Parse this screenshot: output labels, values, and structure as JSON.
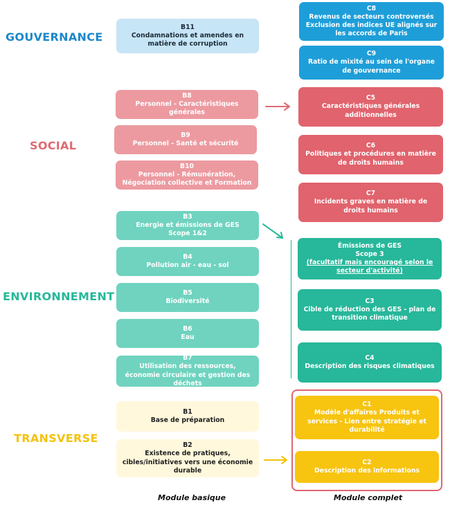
{
  "categories": {
    "gouvernance": "GOUVERNANCE",
    "social": "SOCIAL",
    "environnement": "ENVIRONNEMENT",
    "transverse": "TRANSVERSE"
  },
  "basic": {
    "b11": {
      "code": "B11",
      "desc": "Condamnations et amendes en matière de corruption"
    },
    "b8": {
      "code": "B8",
      "desc": "Personnel - Caractéristiques générales"
    },
    "b9": {
      "code": "B9",
      "desc": "Personnel - Santé et sécurité"
    },
    "b10": {
      "code": "B10",
      "desc": "Personnel - Rémunération,\nNégociation collective et Formation"
    },
    "b3": {
      "code": "B3",
      "desc": "Energie et émissions de GES\nScope 1&2"
    },
    "b4": {
      "code": "B4",
      "desc": "Pollution air - eau - sol"
    },
    "b5": {
      "code": "B5",
      "desc": "Biodiversité"
    },
    "b6": {
      "code": "B6",
      "desc": "Eau"
    },
    "b7": {
      "code": "B7",
      "desc": "Utilisation des ressources, économie circulaire et gestion des déchets"
    },
    "b1": {
      "code": "B1",
      "desc": "Base de préparation"
    },
    "b2": {
      "code": "B2",
      "desc": "Existence de pratiques, cibles/initiatives vers une économie durable"
    }
  },
  "complete": {
    "c8": {
      "code": "C8",
      "desc": "Revenus de secteurs controversés\nExclusion des indices UE alignés sur les accords de Paris"
    },
    "c9": {
      "code": "C9",
      "desc": "Ratio de mixité au sein de l'organe de gouvernance"
    },
    "c5": {
      "code": "C5",
      "desc": "Caractéristiques générales additionnelles"
    },
    "c6": {
      "code": "C6",
      "desc": "Politiques et procédures en matière de droits humains"
    },
    "c7": {
      "code": "C7",
      "desc": "Incidents graves en matière de droits humains"
    },
    "ges": {
      "line1": "Émissions de GES",
      "line2": "Scope 3",
      "note": "(facultatif mais encouragé selon le secteur d'activité)"
    },
    "c3": {
      "code": "C3",
      "desc": "Cible de réduction des GES - plan de transition climatique"
    },
    "c4": {
      "code": "C4",
      "desc": "Description des risques climatiques"
    },
    "c1": {
      "code": "C1",
      "desc": "Modèle d'affaires Produits et services - Lien entre stratégie et durabilité"
    },
    "c2": {
      "code": "C2",
      "desc": "Description des informations"
    }
  },
  "footer": {
    "basic": "Module basique",
    "complete": "Module complet"
  },
  "colors": {
    "gouvernance": "#1e88c9",
    "social": "#df6a72",
    "environnement": "#26b89a",
    "transverse": "#f4c20d"
  }
}
